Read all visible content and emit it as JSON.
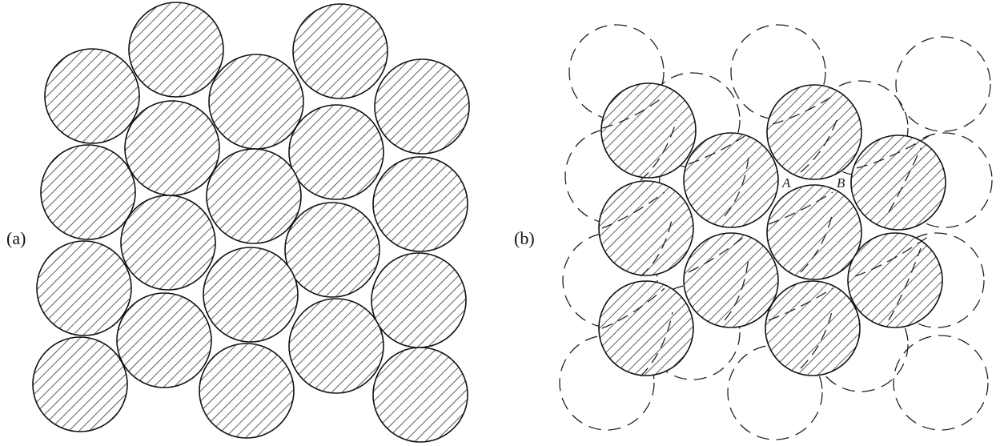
{
  "panels": [
    {
      "id": "a",
      "label": "(a)"
    },
    {
      "id": "b",
      "label": "(b)",
      "points": [
        "A",
        "B"
      ]
    }
  ]
}
